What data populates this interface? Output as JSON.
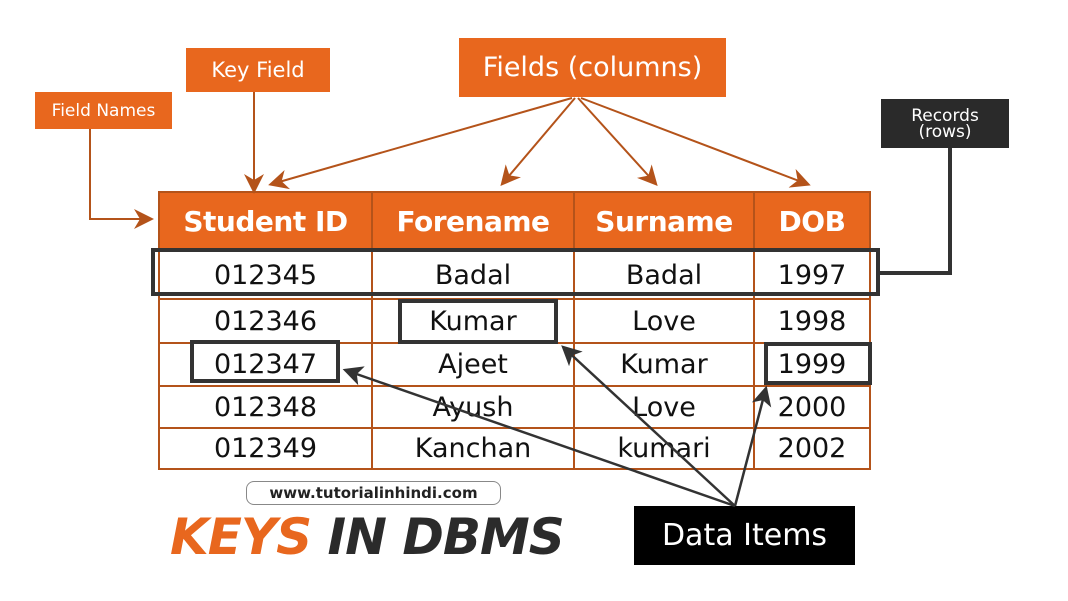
{
  "labels": {
    "field_names": "Field Names",
    "key_field": "Key Field",
    "fields_columns": "Fields (columns)",
    "records_line1": "Records",
    "records_line2": "(rows)",
    "data_items": "Data Items"
  },
  "table": {
    "headers": [
      "Student ID",
      "Forename",
      "Surname",
      "DOB"
    ],
    "rows": [
      [
        "012345",
        "Badal",
        "Badal",
        "1997"
      ],
      [
        "012346",
        "Kumar",
        "Love",
        "1998"
      ],
      [
        "012347",
        "Ajeet",
        "Kumar",
        "1999"
      ],
      [
        "012348",
        "Ayush",
        "Love",
        "2000"
      ],
      [
        "012349",
        "Kanchan",
        "kumari",
        "2002"
      ]
    ]
  },
  "footer": {
    "url": "www.tutorialinhindi.com",
    "title_part1": "KEYS",
    "title_part2": " IN DBMS"
  },
  "colors": {
    "accent_orange": "#e8671e",
    "arrow_brown": "#b4531a",
    "dark": "#2a2a2a",
    "highlight": "#333333"
  }
}
